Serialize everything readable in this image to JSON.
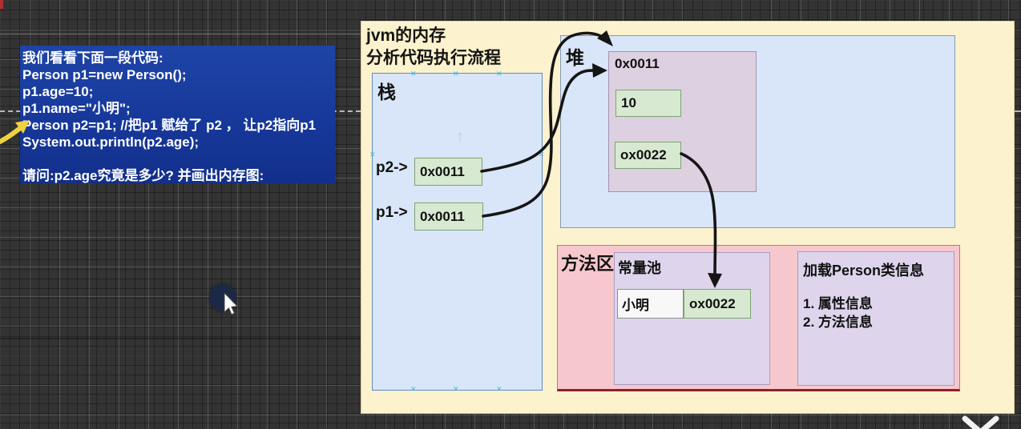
{
  "code_panel": {
    "lines": [
      "我们看看下面一段代码:",
      "Person p1=new Person();",
      "p1.age=10;",
      "p1.name=\"小明\";",
      "Person p2=p1; //把p1 赋给了 p2 ， 让p2指向p1",
      "System.out.println(p2.age);",
      "",
      "请问:p2.age究竟是多少? 并画出内存图:"
    ]
  },
  "board": {
    "title_line1": "jvm的内存",
    "title_line2": "分析代码执行流程",
    "stack": {
      "label": "栈",
      "vars": [
        {
          "name": "p2->",
          "value": "0x0011"
        },
        {
          "name": "p1->",
          "value": "0x0011"
        }
      ]
    },
    "heap": {
      "label": "堆",
      "object": {
        "address": "0x0011",
        "field_age": "10",
        "field_name_ref": "ox0022"
      }
    },
    "method_area": {
      "label": "方法区",
      "constant_pool": {
        "label": "常量池",
        "name_value": "小明",
        "address": "ox0022"
      },
      "class_info": {
        "title": "加载Person类信息",
        "items": [
          "1. 属性信息",
          "2. 方法信息"
        ]
      }
    }
  },
  "icons": {
    "cursor": "mouse-pointer",
    "close": "close-x"
  },
  "colors": {
    "canvas_bg": "#333333",
    "code_panel_blue": "#17389b",
    "board_cream": "#fcf2cd",
    "memory_box_blue": "#d9e5f8",
    "object_box_purple": "#ddd0e1",
    "value_box_green": "#d7e9d1",
    "method_area_pink": "#f7c7ce",
    "sub_box_purple": "#ded5ec",
    "selection_handle_cyan": "#45b6e3",
    "annotation_arrow_yellow": "#eed23f",
    "arrow_black": "#151515"
  }
}
